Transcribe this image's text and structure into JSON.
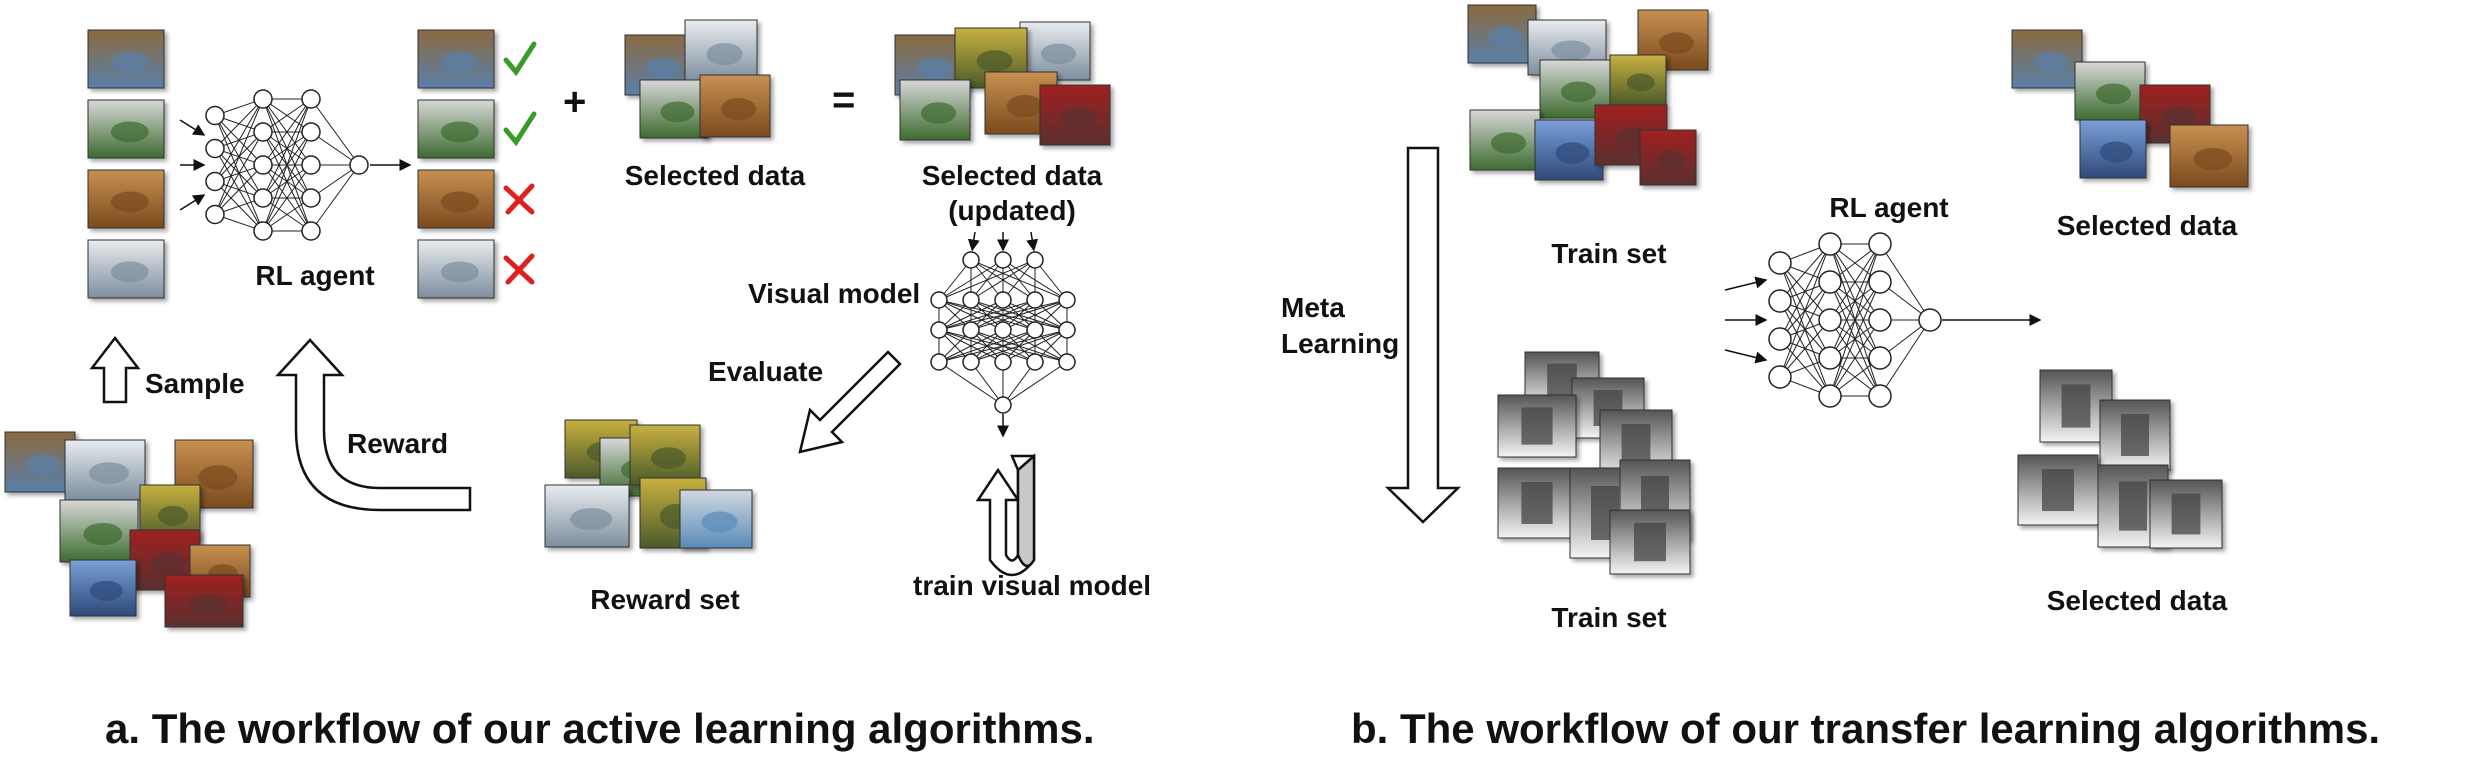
{
  "panel_a": {
    "nn_label": "RL agent",
    "plus": "+",
    "equals": "=",
    "selected": "Selected data",
    "selected_updated_line1": "Selected data",
    "selected_updated_line2": "(updated)",
    "visual_model": "Visual model",
    "evaluate": "Evaluate",
    "sample": "Sample",
    "reward": "Reward",
    "reward_set": "Reward set",
    "train_visual_model": "train visual model",
    "caption": "a. The workflow of our active learning algorithms.",
    "marks": [
      "check",
      "check",
      "cross",
      "cross"
    ],
    "mark_colors": {
      "check": "#3a9a2a",
      "cross": "#e02020"
    }
  },
  "panel_b": {
    "train_set_top": "Train set",
    "rl_agent": "RL agent",
    "selected_top": "Selected data",
    "meta_learning": "Meta\nLearning",
    "train_set_bottom": "Train set",
    "selected_bottom": "Selected data",
    "caption": "b. The workflow of our transfer learning algorithms."
  },
  "thumb_palette": {
    "bird": [
      "#5a7fa8",
      "#8a6a40"
    ],
    "horse": [
      "#3d6b2f",
      "#d8d8d8"
    ],
    "deer": [
      "#7a4a1e",
      "#c89050"
    ],
    "plane": [
      "#7d8e9e",
      "#e8ecef"
    ],
    "car_red": [
      "#5a3030",
      "#a02020"
    ],
    "car_blue": [
      "#2e4a7a",
      "#7aa0d8"
    ],
    "boat": [
      "#5a8ab8",
      "#d0d8e0"
    ],
    "frog": [
      "#4a5a2a",
      "#c8b040"
    ],
    "fashion": [
      "#f4f4f4",
      "#555555"
    ]
  }
}
